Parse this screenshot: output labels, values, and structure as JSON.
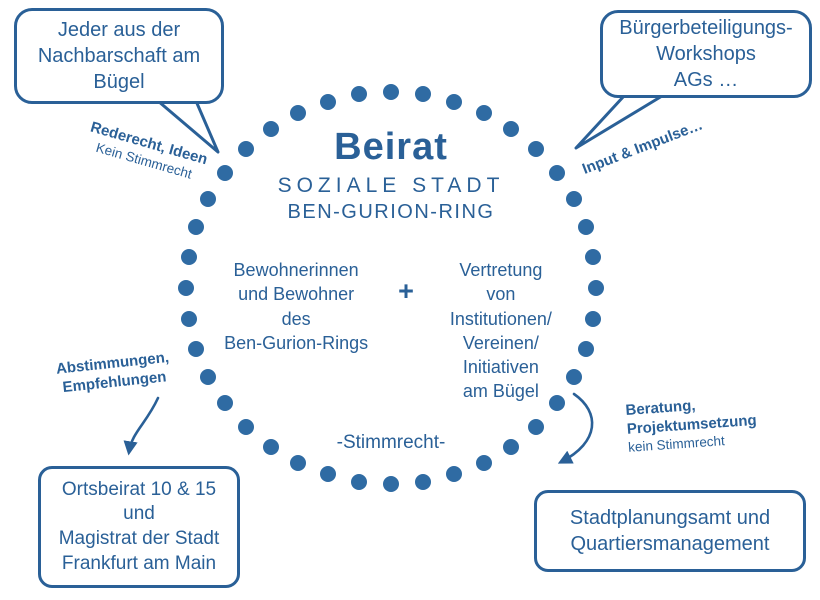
{
  "colors": {
    "primary": "#2a6097",
    "dot": "#2f6ba3"
  },
  "ring": {
    "dot_count": 40
  },
  "center": {
    "title": "Beirat",
    "subtitle1": "SOZIALE STADT",
    "subtitle2": "BEN-GURION-RING",
    "left_group": "Bewohnerinnen\nund Bewohner\ndes\nBen-Gurion-Rings",
    "plus": "+",
    "right_group": "Vertretung\nvon\nInstitutionen/\nVereinen/\nInitiativen\nam Bügel",
    "bottom": "-Stimmrecht-"
  },
  "bubbles": {
    "top_left": {
      "text": "Jeder aus der\nNachbarschaft am\nBügel"
    },
    "top_right": {
      "text": "Bürgerbeteiligungs-\nWorkshops\nAGs …"
    },
    "bottom_left": {
      "text": "Ortsbeirat 10 & 15\nund\nMagistrat der Stadt\nFrankfurt am Main"
    },
    "bottom_right": {
      "text": "Stadtplanungsamt und\nQuartiersmanagement"
    }
  },
  "notes": {
    "top_left": {
      "bold": "Rederecht, Ideen",
      "normal": "Kein Stimmrecht"
    },
    "top_right": {
      "bold": "Input & Impulse…"
    },
    "left": {
      "bold": "Abstimmungen,\nEmpfehlungen"
    },
    "right": {
      "bold": "Beratung,\nProjektumsetzung",
      "normal": "kein Stimmrecht"
    }
  }
}
